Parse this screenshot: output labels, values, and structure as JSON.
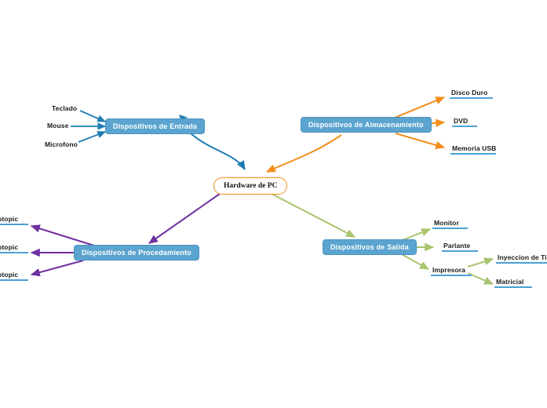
{
  "diagram": {
    "type": "mind-map",
    "title": "Hardware de PC",
    "background": "#ffffff",
    "colors": {
      "root_border": "#f28e1c",
      "root_fill": "#ffffff",
      "branch_fill": "#5ba4cf",
      "branch_border": "#4a93bf",
      "branch_text": "#ffffff",
      "leaf_text": "#1a1a1a",
      "leaf_underline": "#4d9fd8",
      "edge_blue": "#1f7cb4",
      "edge_orange": "#f28e1c",
      "edge_purple": "#7030a0",
      "edge_green": "#a9c46c"
    },
    "root": {
      "label": "Hardware de PC"
    },
    "branches": [
      {
        "id": "entrada",
        "label": "Dispositivos de Entrada",
        "edge_color": "#1f7cb4",
        "leaves": [
          {
            "label": "Teclado",
            "underline": false
          },
          {
            "label": "Mouse",
            "underline": false
          },
          {
            "label": "Microfono",
            "underline": false
          }
        ]
      },
      {
        "id": "almacenamiento",
        "label": "Dispositivos de Almacenamiento",
        "edge_color": "#f28e1c",
        "leaves": [
          {
            "label": "Disco Duro",
            "underline": true
          },
          {
            "label": "DVD",
            "underline": true
          },
          {
            "label": "Memoria USB",
            "underline": true
          }
        ]
      },
      {
        "id": "procedamiento",
        "label": "Dispositivos de Procedamiento",
        "edge_color": "#7030a0",
        "leaves": [
          {
            "label": "Subtopic",
            "underline": true
          },
          {
            "label": "Subtopic",
            "underline": true
          },
          {
            "label": "Subtopic",
            "underline": true
          }
        ]
      },
      {
        "id": "salida",
        "label": "Dispositivos de Salida",
        "edge_color": "#a9c46c",
        "leaves": [
          {
            "label": "Monitor",
            "underline": true
          },
          {
            "label": "Parlante",
            "underline": true
          },
          {
            "label": "Impresora",
            "underline": true
          }
        ],
        "sub_leaves": [
          {
            "label": "Inyeccion de Tinta",
            "underline": true,
            "clipped": true
          },
          {
            "label": "Matricial",
            "underline": true
          }
        ]
      }
    ]
  }
}
